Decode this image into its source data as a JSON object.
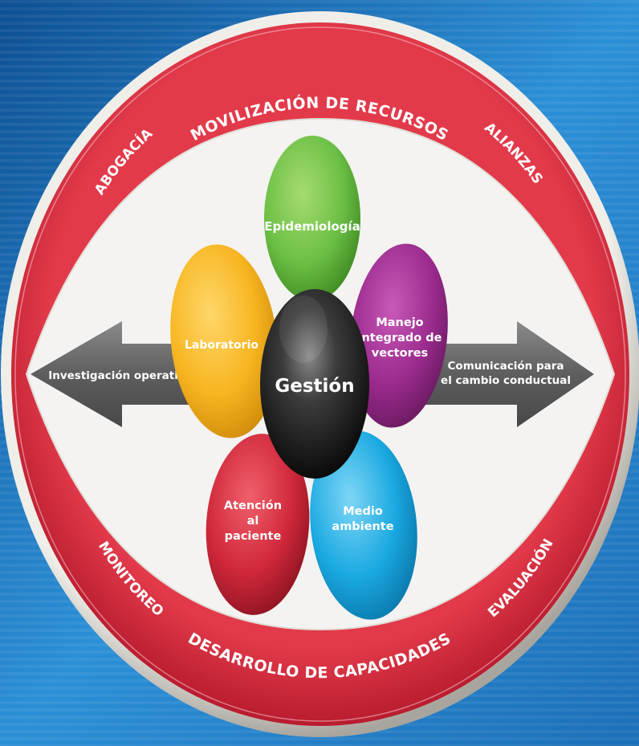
{
  "ring": {
    "top_label": "MOVILIZACIÓN DE RECURSOS",
    "upper_left_label": "ABOGACÍA",
    "upper_right_label": "ALIANZAS",
    "lower_left_label": "MONITOREO",
    "lower_right_label": "EVALUACIÓN",
    "bottom_label": "DESARROLLO DE CAPACIDADES"
  },
  "arrows": {
    "left_label": "Investigación operativa",
    "right_label_line1": "Comunicación para",
    "right_label_line2": "el cambio conductual"
  },
  "center": {
    "label": "Gestión"
  },
  "petals": {
    "epidemiologia": "Epidemiología",
    "laboratorio": "Laboratorio",
    "manejo_line1": "Manejo",
    "manejo_line2": "integrado de",
    "manejo_line3": "vectores",
    "atencion_line1": "Atención",
    "atencion_line2": "al",
    "atencion_line3": "paciente",
    "medio_line1": "Medio",
    "medio_line2": "ambiente"
  },
  "colors": {
    "background": "#1e5f9e",
    "ring_red": "#d42a3c",
    "ring_silver": "#d9d6cf",
    "inner_white": "#f4f3f1",
    "arrow_gray": "#6a6a6a",
    "petal_green": "#6cbf45",
    "petal_yellow": "#f7b520",
    "petal_purple": "#9b2b8e",
    "petal_red": "#d0283a",
    "petal_cyan": "#1aa9e1",
    "center_black": "#1a1a1a"
  }
}
